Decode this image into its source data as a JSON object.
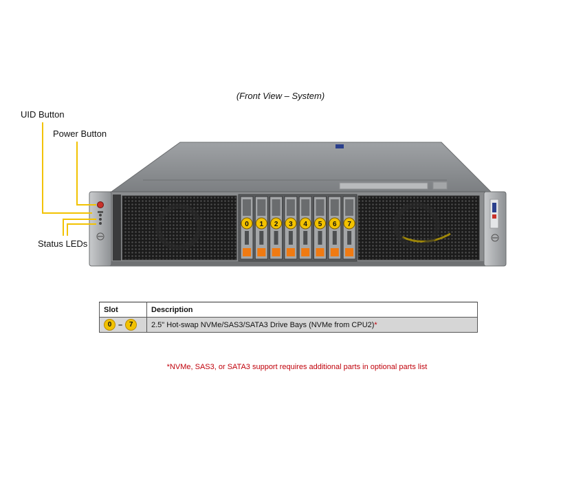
{
  "caption": "(Front View – System)",
  "callouts": {
    "uid_button": "UID Button",
    "power_button": "Power Button",
    "status_leds": "Status LEDs"
  },
  "drive_bays": [
    "0",
    "1",
    "2",
    "3",
    "4",
    "5",
    "6",
    "7"
  ],
  "table": {
    "headers": {
      "slot": "Slot",
      "description": "Description"
    },
    "rows": [
      {
        "slot_start": "0",
        "slot_sep": "–",
        "slot_end": "7",
        "description": "2.5\" Hot-swap NVMe/SAS3/SATA3 Drive Bays (NVMe from CPU2)",
        "description_mark": "*"
      }
    ]
  },
  "footnote": "*NVMe, SAS3, or SATA3 support requires additional parts in optional parts list",
  "colors": {
    "callout_line": "#f2c200",
    "badge": "#f2c200",
    "drive_latch": "#f07a12",
    "footnote": "#c0000a",
    "chassis": "#8a8c8e"
  }
}
